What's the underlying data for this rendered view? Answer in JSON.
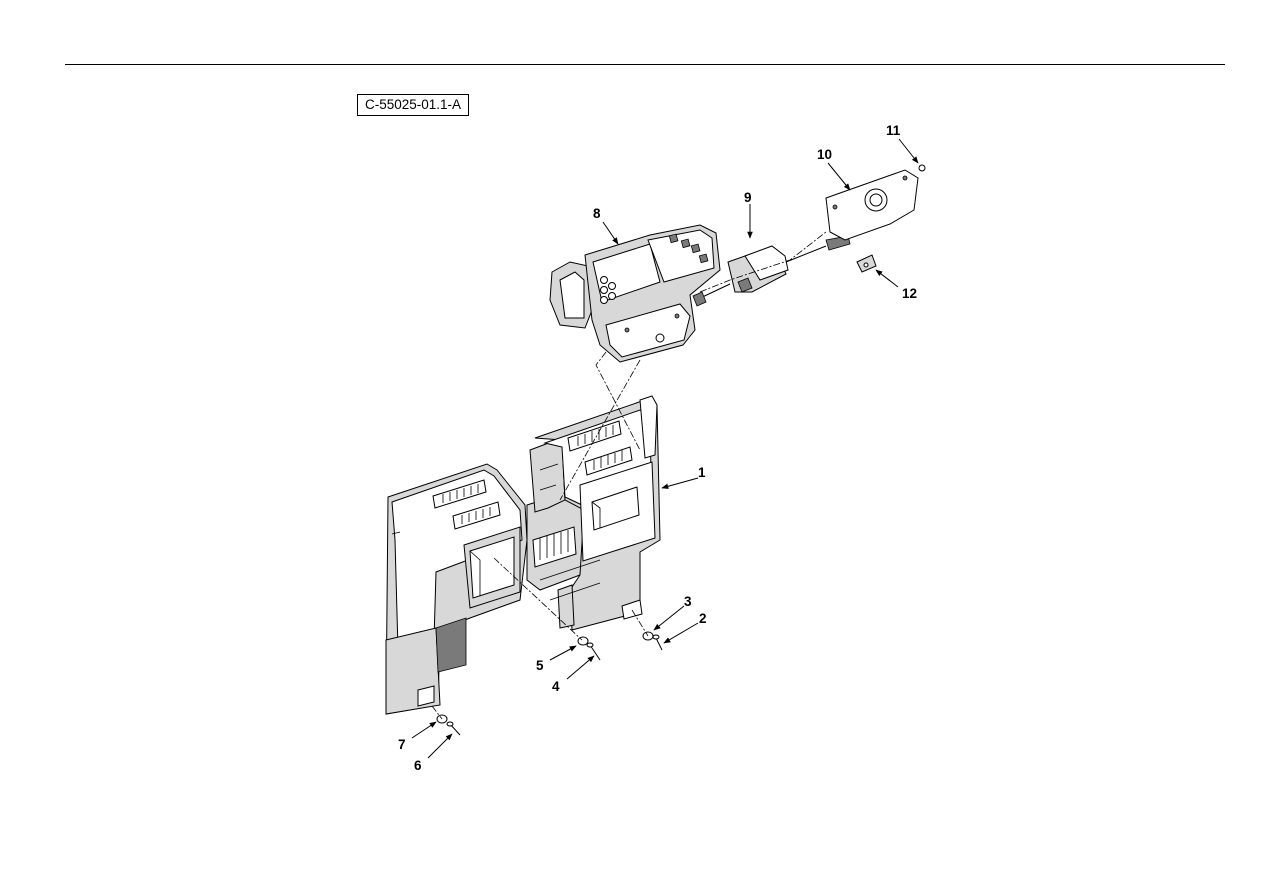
{
  "figure_code": "C-55025-01.1-A",
  "callouts": [
    "1",
    "2",
    "3",
    "4",
    "5",
    "6",
    "7",
    "8",
    "9",
    "10",
    "11",
    "12"
  ]
}
